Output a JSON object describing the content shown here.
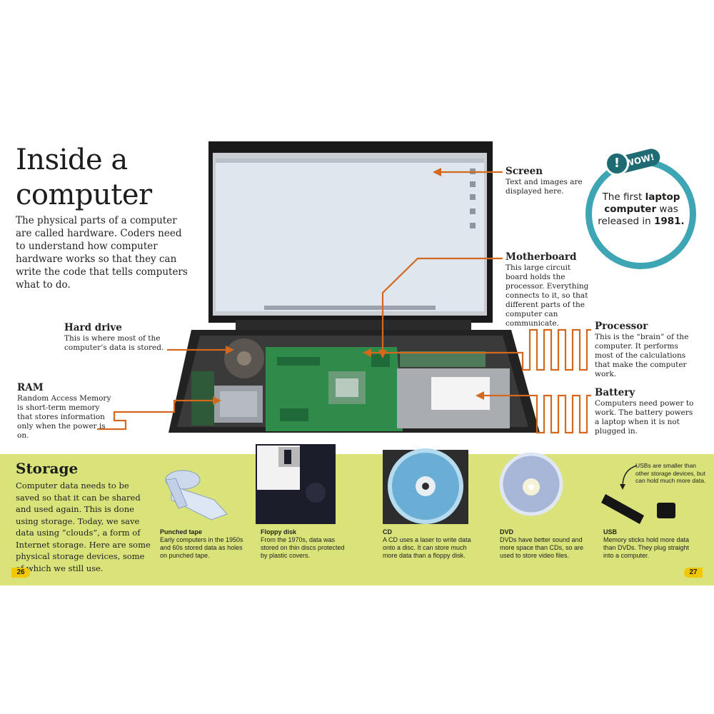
{
  "title_line1": "Inside a",
  "title_line2": "computer",
  "intro": "The physical parts of a computer are called hardware. Coders need to understand how computer hardware works so that they can write the code that tells computers what to do.",
  "callouts": {
    "screen": {
      "title": "Screen",
      "text": "Text and images are displayed here."
    },
    "motherboard": {
      "title": "Motherboard",
      "text": "This large circuit board holds the processor. Everything connects to it, so that different parts of the computer can communicate."
    },
    "hard_drive": {
      "title": "Hard drive",
      "text": "This is where most of the computer’s data is stored."
    },
    "ram": {
      "title": "RAM",
      "text": "Random Access Memory is short-term memory that stores information only when the power is on."
    },
    "processor": {
      "title": "Processor",
      "text": "This is the “brain” of the computer. It performs most of the calculations that make the computer work."
    },
    "battery": {
      "title": "Battery",
      "text": "Computers need power to work. The battery powers a laptop when it is not plugged in."
    }
  },
  "wow": {
    "tag": "WOW!",
    "bang": "!",
    "text_pre": "The first ",
    "text_bold1": "laptop computer",
    "text_mid": " was released in ",
    "text_bold2": "1981."
  },
  "storage": {
    "title": "Storage",
    "text": "Computer data needs to be saved so that it can be shared and used again. This is done using storage. Today, we save data using “clouds”, a form of Internet storage. Here are some physical storage devices, some of which we still use.",
    "devices": [
      {
        "name": "Punched tape",
        "text": "Early computers in the 1950s and 60s stored data as holes on punched tape."
      },
      {
        "name": "Floppy disk",
        "text": "From the 1970s, data was stored on thin discs protected by plastic covers."
      },
      {
        "name": "CD",
        "text": "A CD uses a laser to write data onto a disc. It can store much more data than a floppy disk."
      },
      {
        "name": "DVD",
        "text": "DVDs have better sound and more space than CDs, so are used to store video files."
      },
      {
        "name": "USB",
        "text": "Memory sticks hold more data than DVDs. They plug straight into a computer."
      }
    ],
    "usb_note": "USBs are smaller than other storage devices, but can hold much more data."
  },
  "page_left": "26",
  "page_right": "27",
  "colors": {
    "leader": "#d2691e",
    "band": "#d9e37a",
    "wow_ring": "#3da5b3",
    "board_green": "#2e8b4a",
    "page_tab": "#f3c700"
  }
}
